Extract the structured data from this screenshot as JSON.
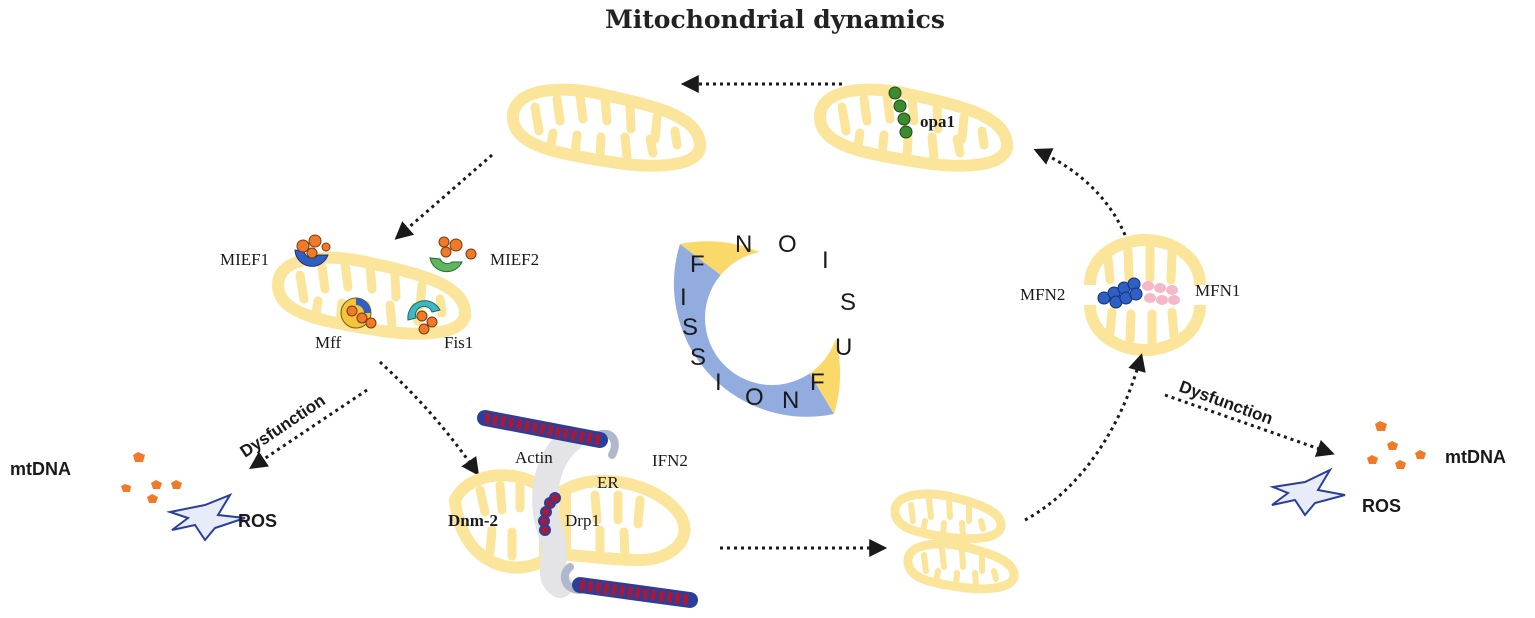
{
  "title": "Mitochondrial dynamics",
  "ring": {
    "fission_word": "FISSION",
    "fusion_word": "FUSION",
    "fission_color": "#93acdf",
    "fusion_color": "#fbd86a"
  },
  "labels": {
    "opa1": "opa1",
    "mief1": "MIEF1",
    "mief2": "MIEF2",
    "mff": "Mff",
    "fis1": "Fis1",
    "mfn2": "MFN2",
    "mfn1": "MFN1",
    "actin": "Actin",
    "ifn2": "IFN2",
    "er": "ER",
    "dnm2": "Dnm-2",
    "drp1": "Drp1",
    "dysfunction_left": "Dysfunction",
    "dysfunction_right": "Dysfunction",
    "mtdna_left": "mtDNA",
    "mtdna_right": "mtDNA",
    "ros_left": "ROS",
    "ros_right": "ROS"
  },
  "colors": {
    "membrane": "#fbe59a",
    "opa1": "#3e8a2e",
    "mtdna": "#f07a28",
    "mfn2": "#2f5fc2",
    "mfn1": "#f4b8c8",
    "actin_red": "#a31a3a",
    "actin_blue": "#2a3f9c"
  }
}
